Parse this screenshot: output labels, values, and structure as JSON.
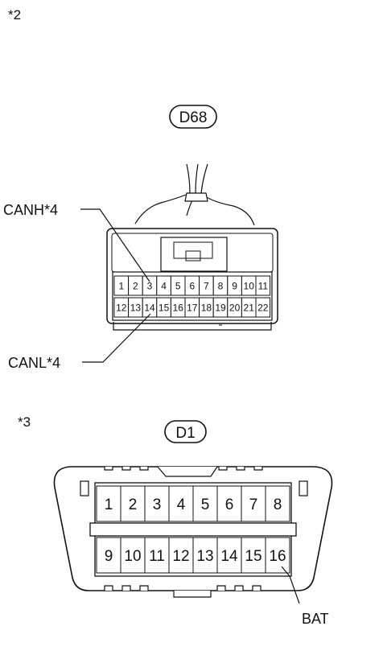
{
  "notes": {
    "top": "*2",
    "bottom": "*3"
  },
  "connector_d68": {
    "id": "D68",
    "pins_row1": [
      "1",
      "2",
      "3",
      "4",
      "5",
      "6",
      "7",
      "8",
      "9",
      "10",
      "11"
    ],
    "pins_row2": [
      "12",
      "13",
      "14",
      "15",
      "16",
      "17",
      "18",
      "19",
      "20",
      "21",
      "22"
    ],
    "callouts": {
      "canh": "CANH*4",
      "canl": "CANL*4"
    }
  },
  "connector_d1": {
    "id": "D1",
    "pins_row1": [
      "1",
      "2",
      "3",
      "4",
      "5",
      "6",
      "7",
      "8"
    ],
    "pins_row2": [
      "9",
      "10",
      "11",
      "12",
      "13",
      "14",
      "15",
      "16"
    ],
    "callouts": {
      "bat": "BAT"
    }
  }
}
